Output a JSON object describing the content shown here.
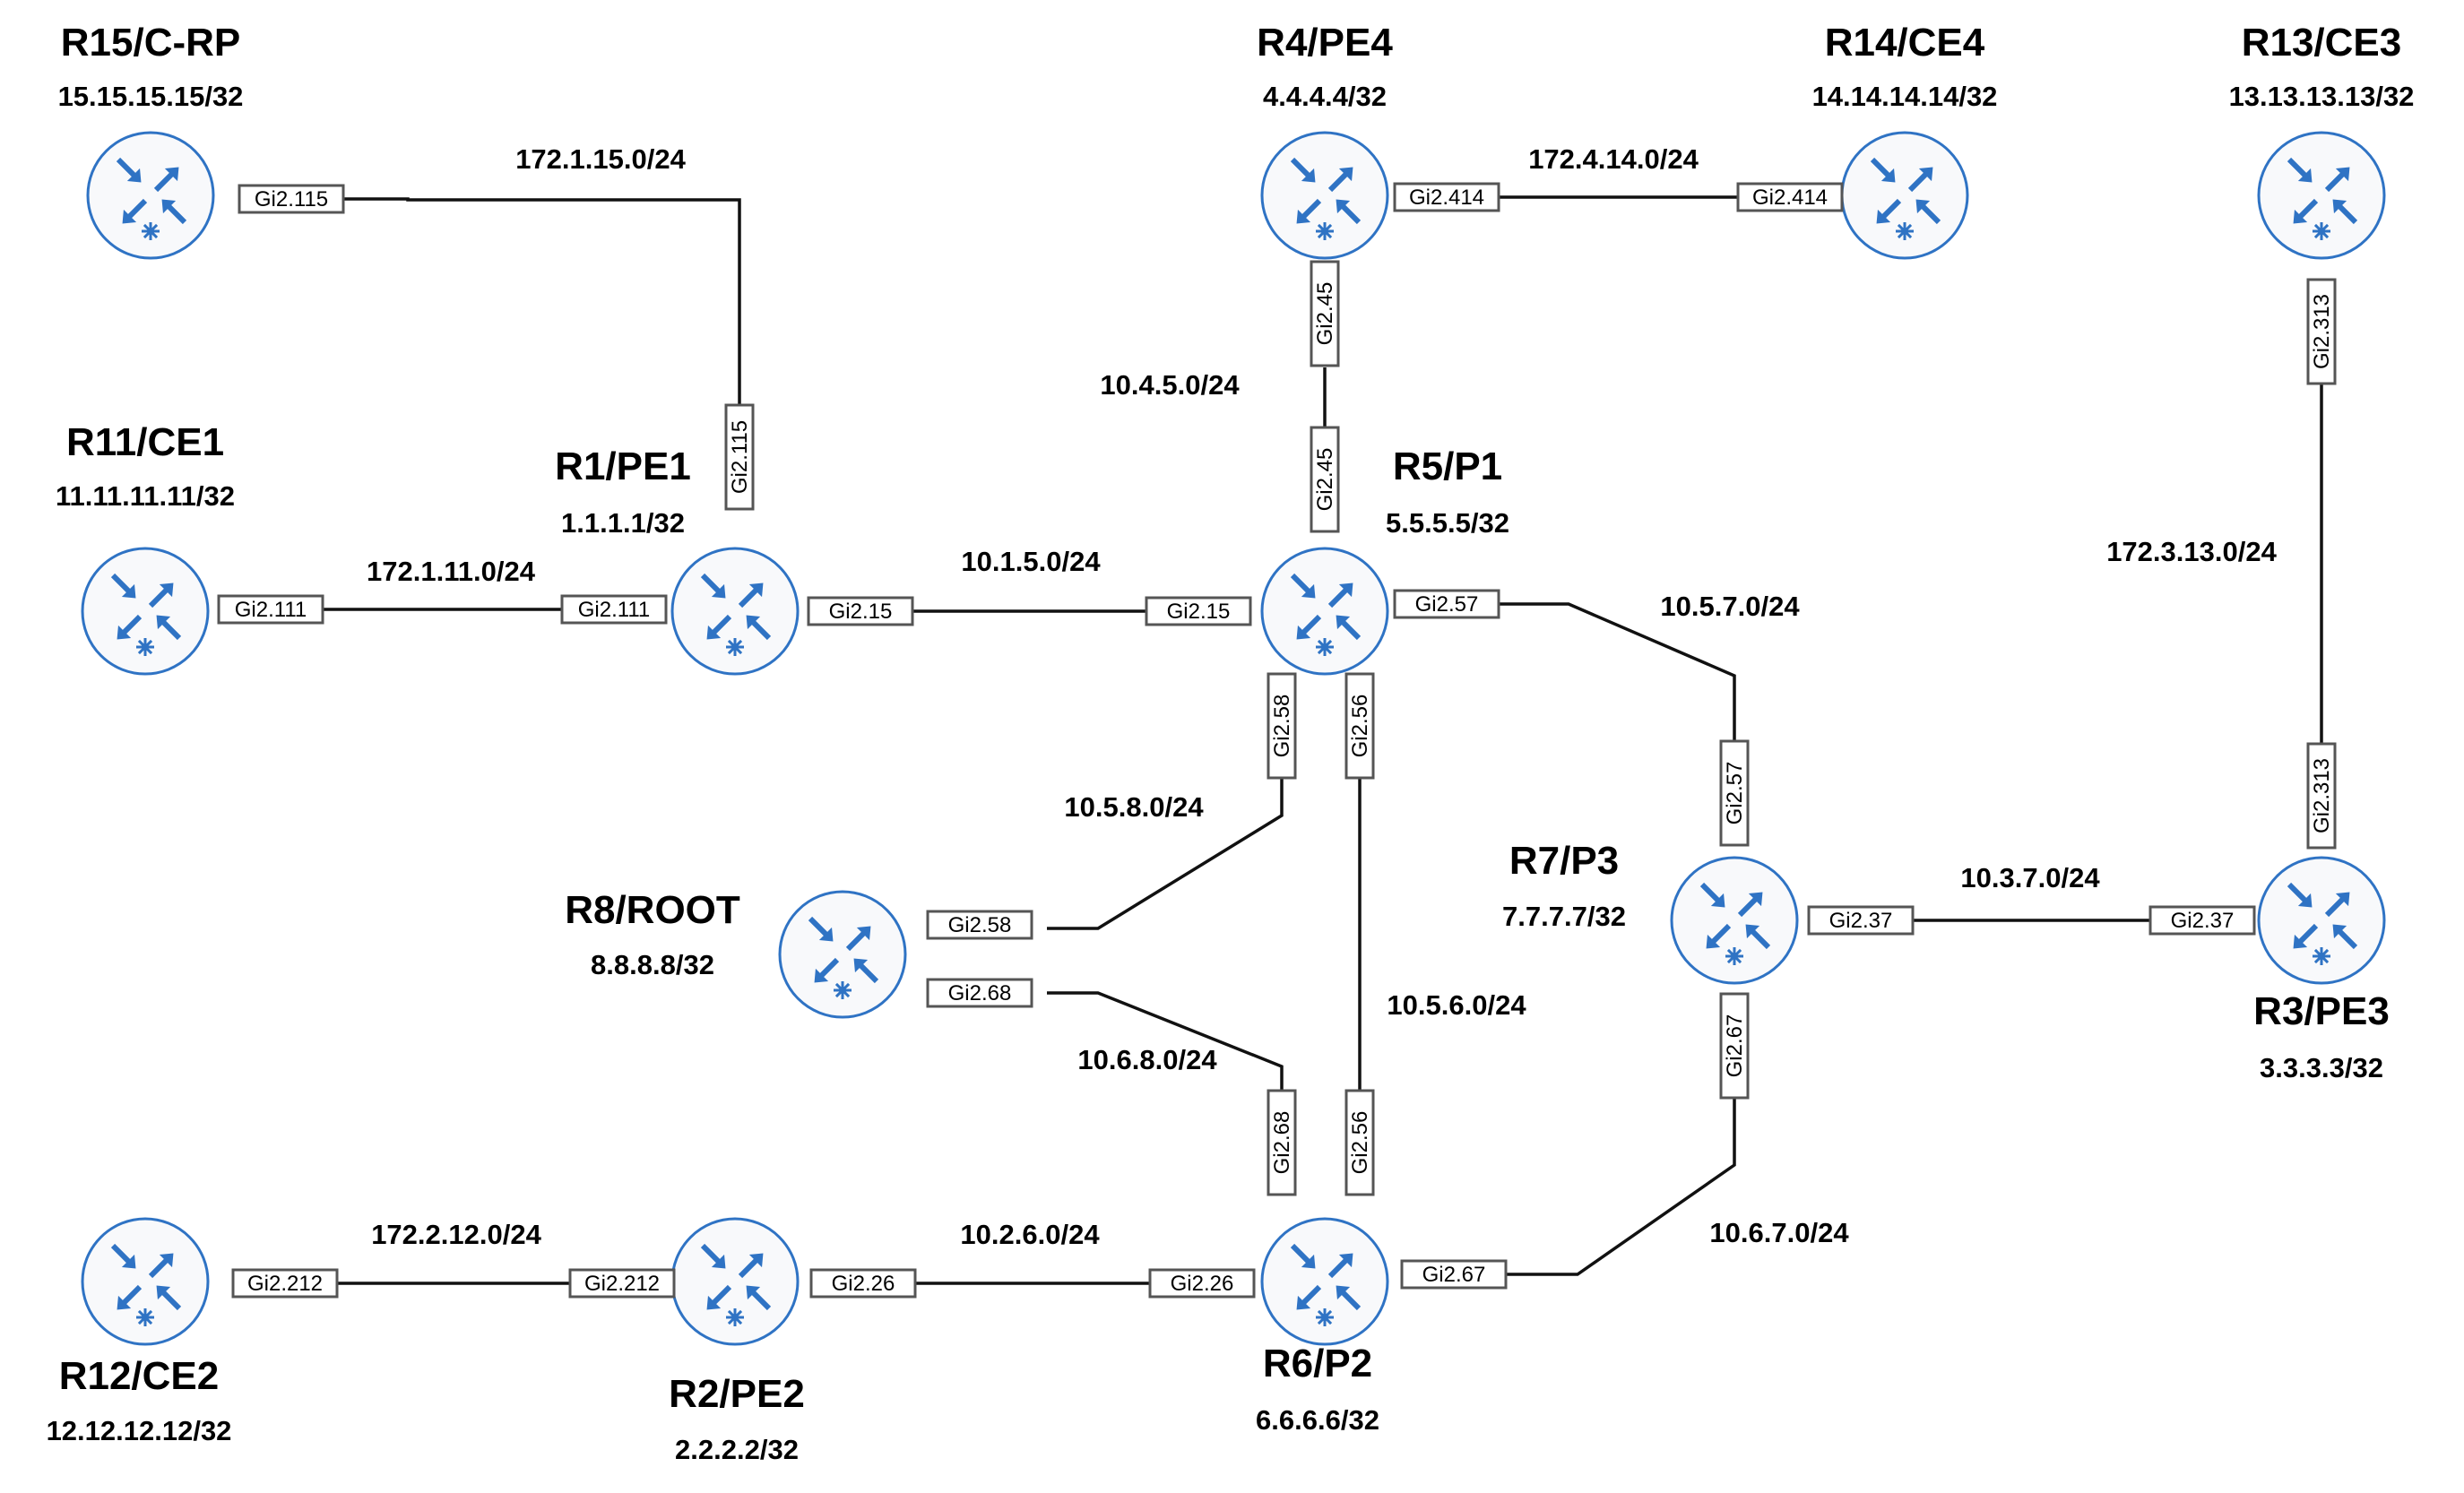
{
  "colors": {
    "router_fill": "#f8f9fb",
    "router_stroke": "#2f73c4",
    "arrow": "#2f73c4",
    "link": "#111111",
    "label_box": "#555555"
  },
  "icon": "router-icon",
  "routers": [
    {
      "id": "r15",
      "name": "R15/C-RP",
      "ip": "15.15.15.15/32"
    },
    {
      "id": "r11",
      "name": "R11/CE1",
      "ip": "11.11.11.11/32"
    },
    {
      "id": "r1",
      "name": "R1/PE1",
      "ip": "1.1.1.1/32"
    },
    {
      "id": "r4",
      "name": "R4/PE4",
      "ip": "4.4.4.4/32"
    },
    {
      "id": "r14",
      "name": "R14/CE4",
      "ip": "14.14.14.14/32"
    },
    {
      "id": "r13",
      "name": "R13/CE3",
      "ip": "13.13.13.13/32"
    },
    {
      "id": "r5",
      "name": "R5/P1",
      "ip": "5.5.5.5/32"
    },
    {
      "id": "r8",
      "name": "R8/ROOT",
      "ip": "8.8.8.8/32"
    },
    {
      "id": "r7",
      "name": "R7/P3",
      "ip": "7.7.7.7/32"
    },
    {
      "id": "r3",
      "name": "R3/PE3",
      "ip": "3.3.3.3/32"
    },
    {
      "id": "r12",
      "name": "R12/CE2",
      "ip": "12.12.12.12/32"
    },
    {
      "id": "r2",
      "name": "R2/PE2",
      "ip": "2.2.2.2/32"
    },
    {
      "id": "r6",
      "name": "R6/P2",
      "ip": "6.6.6.6/32"
    }
  ],
  "links": [
    {
      "id": "l15_1",
      "subnet": "172.1.15.0/24",
      "a_if": "Gi2.115",
      "b_if": "Gi2.115"
    },
    {
      "id": "l11_1",
      "subnet": "172.1.11.0/24",
      "a_if": "Gi2.111",
      "b_if": "Gi2.111"
    },
    {
      "id": "l1_5",
      "subnet": "10.1.5.0/24",
      "a_if": "Gi2.15",
      "b_if": "Gi2.15"
    },
    {
      "id": "l4_14",
      "subnet": "172.4.14.0/24",
      "a_if": "Gi2.414",
      "b_if": "Gi2.414"
    },
    {
      "id": "l4_5",
      "subnet": "10.4.5.0/24",
      "a_if": "Gi2.45",
      "b_if": "Gi2.45"
    },
    {
      "id": "l13_3",
      "subnet": "172.3.13.0/24",
      "a_if": "Gi2.313",
      "b_if": "Gi2.313"
    },
    {
      "id": "l5_7",
      "subnet": "10.5.7.0/24",
      "a_if": "Gi2.57",
      "b_if": "Gi2.57"
    },
    {
      "id": "l5_8",
      "subnet": "10.5.8.0/24",
      "a_if": "Gi2.58",
      "b_if": "Gi2.58"
    },
    {
      "id": "l5_6",
      "subnet": "10.5.6.0/24",
      "a_if": "Gi2.56",
      "b_if": "Gi2.56"
    },
    {
      "id": "l7_3",
      "subnet": "10.3.7.0/24",
      "a_if": "Gi2.37",
      "b_if": "Gi2.37"
    },
    {
      "id": "l6_8",
      "subnet": "10.6.8.0/24",
      "a_if": "Gi2.68",
      "b_if": "Gi2.68"
    },
    {
      "id": "l7_6",
      "subnet": "10.6.7.0/24",
      "a_if": "Gi2.67",
      "b_if": "Gi2.67"
    },
    {
      "id": "l12_2",
      "subnet": "172.2.12.0/24",
      "a_if": "Gi2.212",
      "b_if": "Gi2.212"
    },
    {
      "id": "l2_6",
      "subnet": "10.2.6.0/24",
      "a_if": "Gi2.26",
      "b_if": "Gi2.26"
    }
  ]
}
